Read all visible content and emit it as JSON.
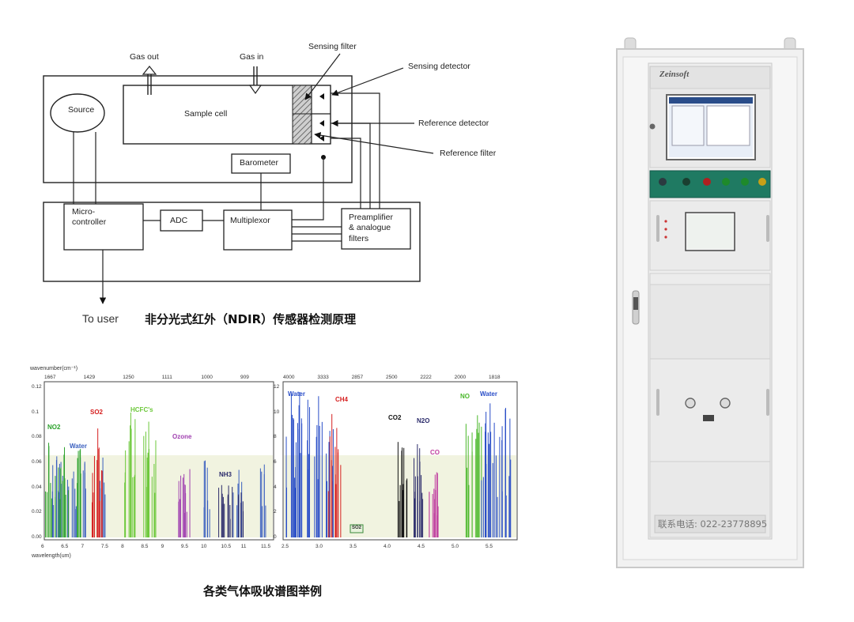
{
  "diagram": {
    "labels": {
      "gas_out": "Gas out",
      "gas_in": "Gas in",
      "sensing_filter": "Sensing filter",
      "sensing_detector": "Sensing detector",
      "reference_detector": "Reference detector",
      "reference_filter": "Reference filter",
      "source": "Source",
      "sample_cell": "Sample cell",
      "barometer": "Barometer",
      "microcontroller_line1": "Micro-",
      "microcontroller_line2": "controller",
      "adc": "ADC",
      "multiplexor": "Multiplexor",
      "preamp_line1": "Preamplifier",
      "preamp_line2": "& analogue",
      "preamp_line3": "filters",
      "to_user": "To user"
    },
    "caption": "非分光式红外（NDIR）传感器检测原理"
  },
  "spectra": {
    "caption": "各类气体吸收谱图举例",
    "left_axis_top_label": "wavenumber(cm⁻¹)",
    "left_axis_bottom_label": "wavelength(um)",
    "left_top_ticks": [
      "1667",
      "1429",
      "1250",
      "1111",
      "1000",
      "909"
    ],
    "left_bottom_ticks": [
      "6",
      "6.5",
      "7",
      "7.5",
      "8",
      "8.5",
      "9",
      "9.5",
      "10",
      "10.5",
      "11",
      "11.5"
    ],
    "left_y_ticks": [
      "0.12",
      "0.1",
      "0.08",
      "0.06",
      "0.04",
      "0.02",
      "0.00"
    ],
    "right_top_ticks": [
      "4000",
      "3333",
      "2857",
      "2500",
      "2222",
      "2000",
      "1818"
    ],
    "right_bottom_ticks": [
      "2.5",
      "3.0",
      "3.5",
      "4.0",
      "4.5",
      "5.0",
      "5.5"
    ],
    "right_y_ticks": [
      "12",
      "10",
      "8",
      "6",
      "4",
      "2",
      "0"
    ],
    "left_gases": [
      {
        "name": "NO2",
        "color": "#2aa12a"
      },
      {
        "name": "Water",
        "color": "#3a5fbf"
      },
      {
        "name": "SO2",
        "color": "#d62020"
      },
      {
        "name": "HCFC's",
        "color": "#6cc83a"
      },
      {
        "name": "Ozone",
        "color": "#a040b0"
      },
      {
        "name": "NH3",
        "color": "#2a2a6a"
      }
    ],
    "right_gases": [
      {
        "name": "Water",
        "color": "#2a4ec8"
      },
      {
        "name": "CH4",
        "color": "#d62020"
      },
      {
        "name": "CO2",
        "color": "#111111"
      },
      {
        "name": "N2O",
        "color": "#2a2a6a"
      },
      {
        "name": "CO",
        "color": "#c040a0"
      },
      {
        "name": "NO",
        "color": "#4ab82a"
      },
      {
        "name": "Water",
        "color": "#2a4ec8"
      }
    ],
    "so2_box_label": "SO2"
  },
  "cabinet": {
    "brand": "Zeinsoft",
    "phone_label": "联系电话: 022-23778895"
  },
  "colors": {
    "accent_green": "#1f7a62",
    "panel_bg": "#f2f2f2"
  }
}
